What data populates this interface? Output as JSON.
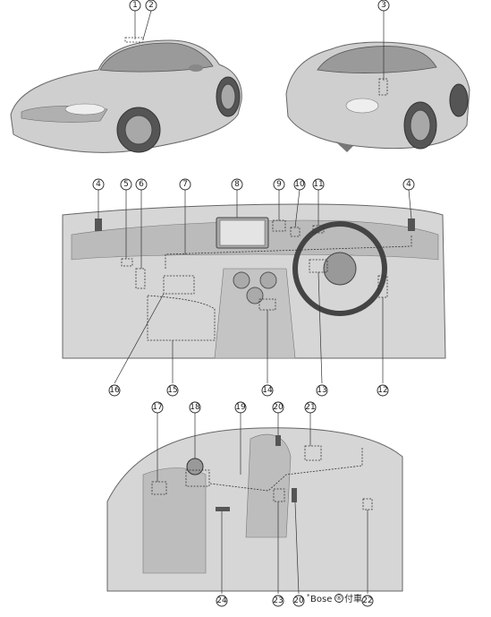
{
  "callouts": [
    {
      "id": "c1",
      "text": "1"
    },
    {
      "id": "c2",
      "text": "2"
    },
    {
      "id": "c3",
      "text": "3"
    },
    {
      "id": "c4a",
      "text": "4"
    },
    {
      "id": "c5",
      "text": "5"
    },
    {
      "id": "c6",
      "text": "6"
    },
    {
      "id": "c7",
      "text": "7"
    },
    {
      "id": "c8",
      "text": "8"
    },
    {
      "id": "c9",
      "text": "9"
    },
    {
      "id": "c10",
      "text": "10"
    },
    {
      "id": "c11",
      "text": "11"
    },
    {
      "id": "c4b",
      "text": "4"
    },
    {
      "id": "c16",
      "text": "16"
    },
    {
      "id": "c15",
      "text": "15"
    },
    {
      "id": "c14",
      "text": "14"
    },
    {
      "id": "c13",
      "text": "13"
    },
    {
      "id": "c12",
      "text": "12"
    },
    {
      "id": "c17",
      "text": "17"
    },
    {
      "id": "c18",
      "text": "18"
    },
    {
      "id": "c19",
      "text": "19"
    },
    {
      "id": "c20a",
      "text": "20"
    },
    {
      "id": "c21",
      "text": "21"
    },
    {
      "id": "c24",
      "text": "24"
    },
    {
      "id": "c23",
      "text": "23"
    },
    {
      "id": "c20b",
      "text": "20"
    },
    {
      "id": "c22",
      "text": "22"
    }
  ],
  "footnote": {
    "star": "*",
    "brand": "Bose",
    "symbol": "®",
    "suffix": "付車"
  },
  "colors": {
    "line": "#3a3a3a",
    "car_fill": "#cfcfcf",
    "car_dark": "#9a9a9a",
    "interior_fill": "#d6d6d6"
  }
}
